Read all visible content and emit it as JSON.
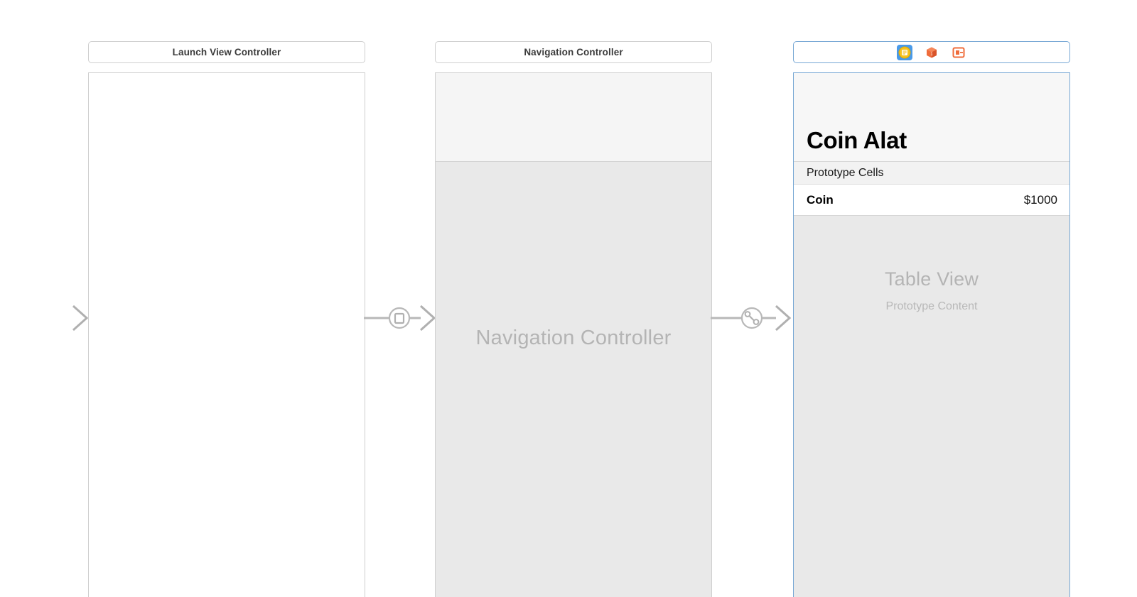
{
  "scenes": [
    {
      "id": "launch",
      "title": "Launch View Controller",
      "kind": "view-controller",
      "selected": false,
      "body_placeholder": ""
    },
    {
      "id": "navigation",
      "title": "Navigation Controller",
      "kind": "navigation-controller",
      "selected": false,
      "body_placeholder": "Navigation Controller"
    },
    {
      "id": "coin-alat",
      "title": "",
      "kind": "table-view-controller",
      "selected": true,
      "large_title": "Coin Alat",
      "section_header": "Prototype Cells",
      "cells": [
        {
          "title": "Coin",
          "detail": "$1000"
        }
      ],
      "table_placeholder_title": "Table View",
      "table_placeholder_subtitle": "Prototype Content",
      "icon_bar": [
        {
          "name": "view-controller-icon",
          "selected": true
        },
        {
          "name": "first-responder-icon",
          "selected": false
        },
        {
          "name": "exit-icon",
          "selected": false
        }
      ]
    }
  ],
  "connectors": [
    {
      "name": "initial-view-controller-arrow",
      "type": "entry-point",
      "badge": "none"
    },
    {
      "name": "relationship-segue-launch-to-nav",
      "type": "segue",
      "badge": "present-modally"
    },
    {
      "name": "root-view-controller-relationship",
      "type": "relationship",
      "badge": "root-view-controller"
    }
  ],
  "colors": {
    "selection_blue": "#76a7d4",
    "icon_selected_blue": "#4a9ae8",
    "icon_orange": "#ef6c3b",
    "icon_yellow": "#f5c518",
    "connector_gray": "#b0b0b0",
    "scene_border": "#cfcfcf",
    "canvas_background": "#ffffff"
  }
}
